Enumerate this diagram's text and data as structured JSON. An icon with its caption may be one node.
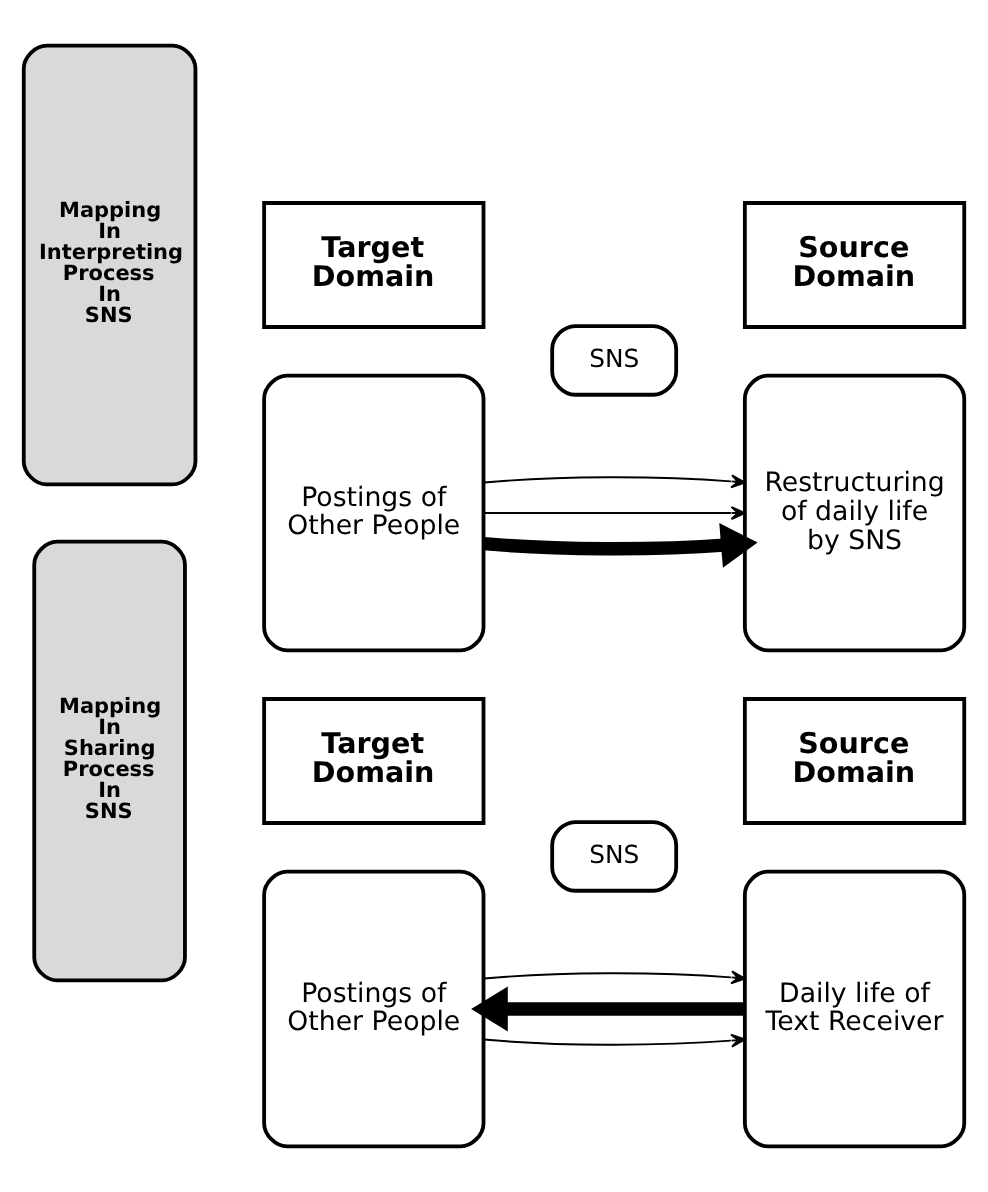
{
  "diagram": {
    "nodes": [
      {
        "text": [
          "Mapping In Interpreting Process In SNS"
        ]
      },
      {
        "text": [
          "Target Domain"
        ]
      },
      {
        "text": [
          "Source Domain"
        ]
      },
      {
        "text": [
          "Postings of Other People"
        ]
      },
      {
        "text": [
          "SNS"
        ]
      },
      {
        "text": [
          "Restructuring of daily life by SNS"
        ]
      },
      {
        "text": [
          "Mapping In Sharing Process In SNS"
        ]
      },
      {
        "text": [
          "Target Domain"
        ]
      },
      {
        "text": [
          "Source Domain"
        ]
      },
      {
        "text": [
          "Postings of Other People"
        ]
      },
      {
        "text": [
          "SNS"
        ]
      },
      {
        "text": [
          "Daily life of Text Receiver"
        ]
      }
    ],
    "edges": [
      {
        "from": 3,
        "to": 5,
        "arrow": "to",
        "style": "thick"
      },
      {
        "from": 3,
        "to": 5,
        "arrow": "to"
      },
      {
        "from": 3,
        "to": 5,
        "arrow": "to"
      },
      {
        "from": 11,
        "to": 9,
        "arrow": "to",
        "style": "thick"
      },
      {
        "from": 9,
        "to": 11,
        "arrow": "to"
      },
      {
        "from": 9,
        "to": 11,
        "arrow": "to"
      }
    ]
  }
}
